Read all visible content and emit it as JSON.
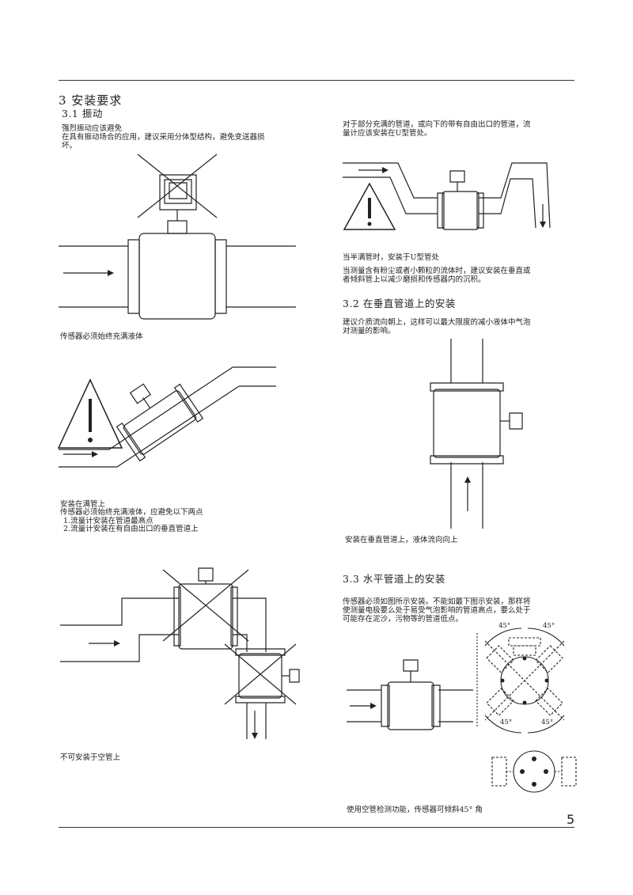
{
  "page_number": "5",
  "section": {
    "title": "3 安装要求"
  },
  "vibration": {
    "heading": "3.1 振动",
    "line1": "强烈振动应该避免",
    "line2": "在具有振动场合的应用，建议采用分体型结构，避免变送器损",
    "line3": "坏。"
  },
  "caption_full": "传感器必须始终充满液体",
  "full_pipe": {
    "line1": "安装在满管上",
    "line2": "传感器必须始终充满液体，应避免以下两点",
    "item1": "1.流量计安装在管道最高点",
    "item2": "2.流量计安装在有自由出口的垂直管道上"
  },
  "caption_empty": "不可安装于空管上",
  "partial": {
    "line1": "对于部分充满的管道，或向下的带有自由出口的管道，流",
    "line2": "量计应该安装在U型管处。"
  },
  "half_full": {
    "caption": "当半满管时，安装于U型管处",
    "line1": "当测量含有粉尘或者小颗粒的流体时，建议安装在垂直或",
    "line2": "者倾斜管上以减少磨损和传感器内的沉积。"
  },
  "vertical": {
    "heading": "3.2 在垂直管道上的安装",
    "line1": "建议介质流向朝上，这样可以最大限度的减小液体中气泡",
    "line2": "对测量的影响。",
    "caption": "安装在垂直管道上，液体流向向上"
  },
  "horizontal": {
    "heading": "3.3 水平管道上的安装",
    "line1": "传感器必须如图所示安装。不能如最下图示安装，那样将",
    "line2": "使测量电极要么处于易受气泡影响的管道高点，要么处于",
    "line3": "可能存在泥沙，污物等的管道低点。",
    "angle_tl": "45°",
    "angle_tr": "45°",
    "angle_bl": "45°",
    "angle_br": "45°",
    "caption": "使用空管检测功能，传感器可倾斜45° 角"
  }
}
